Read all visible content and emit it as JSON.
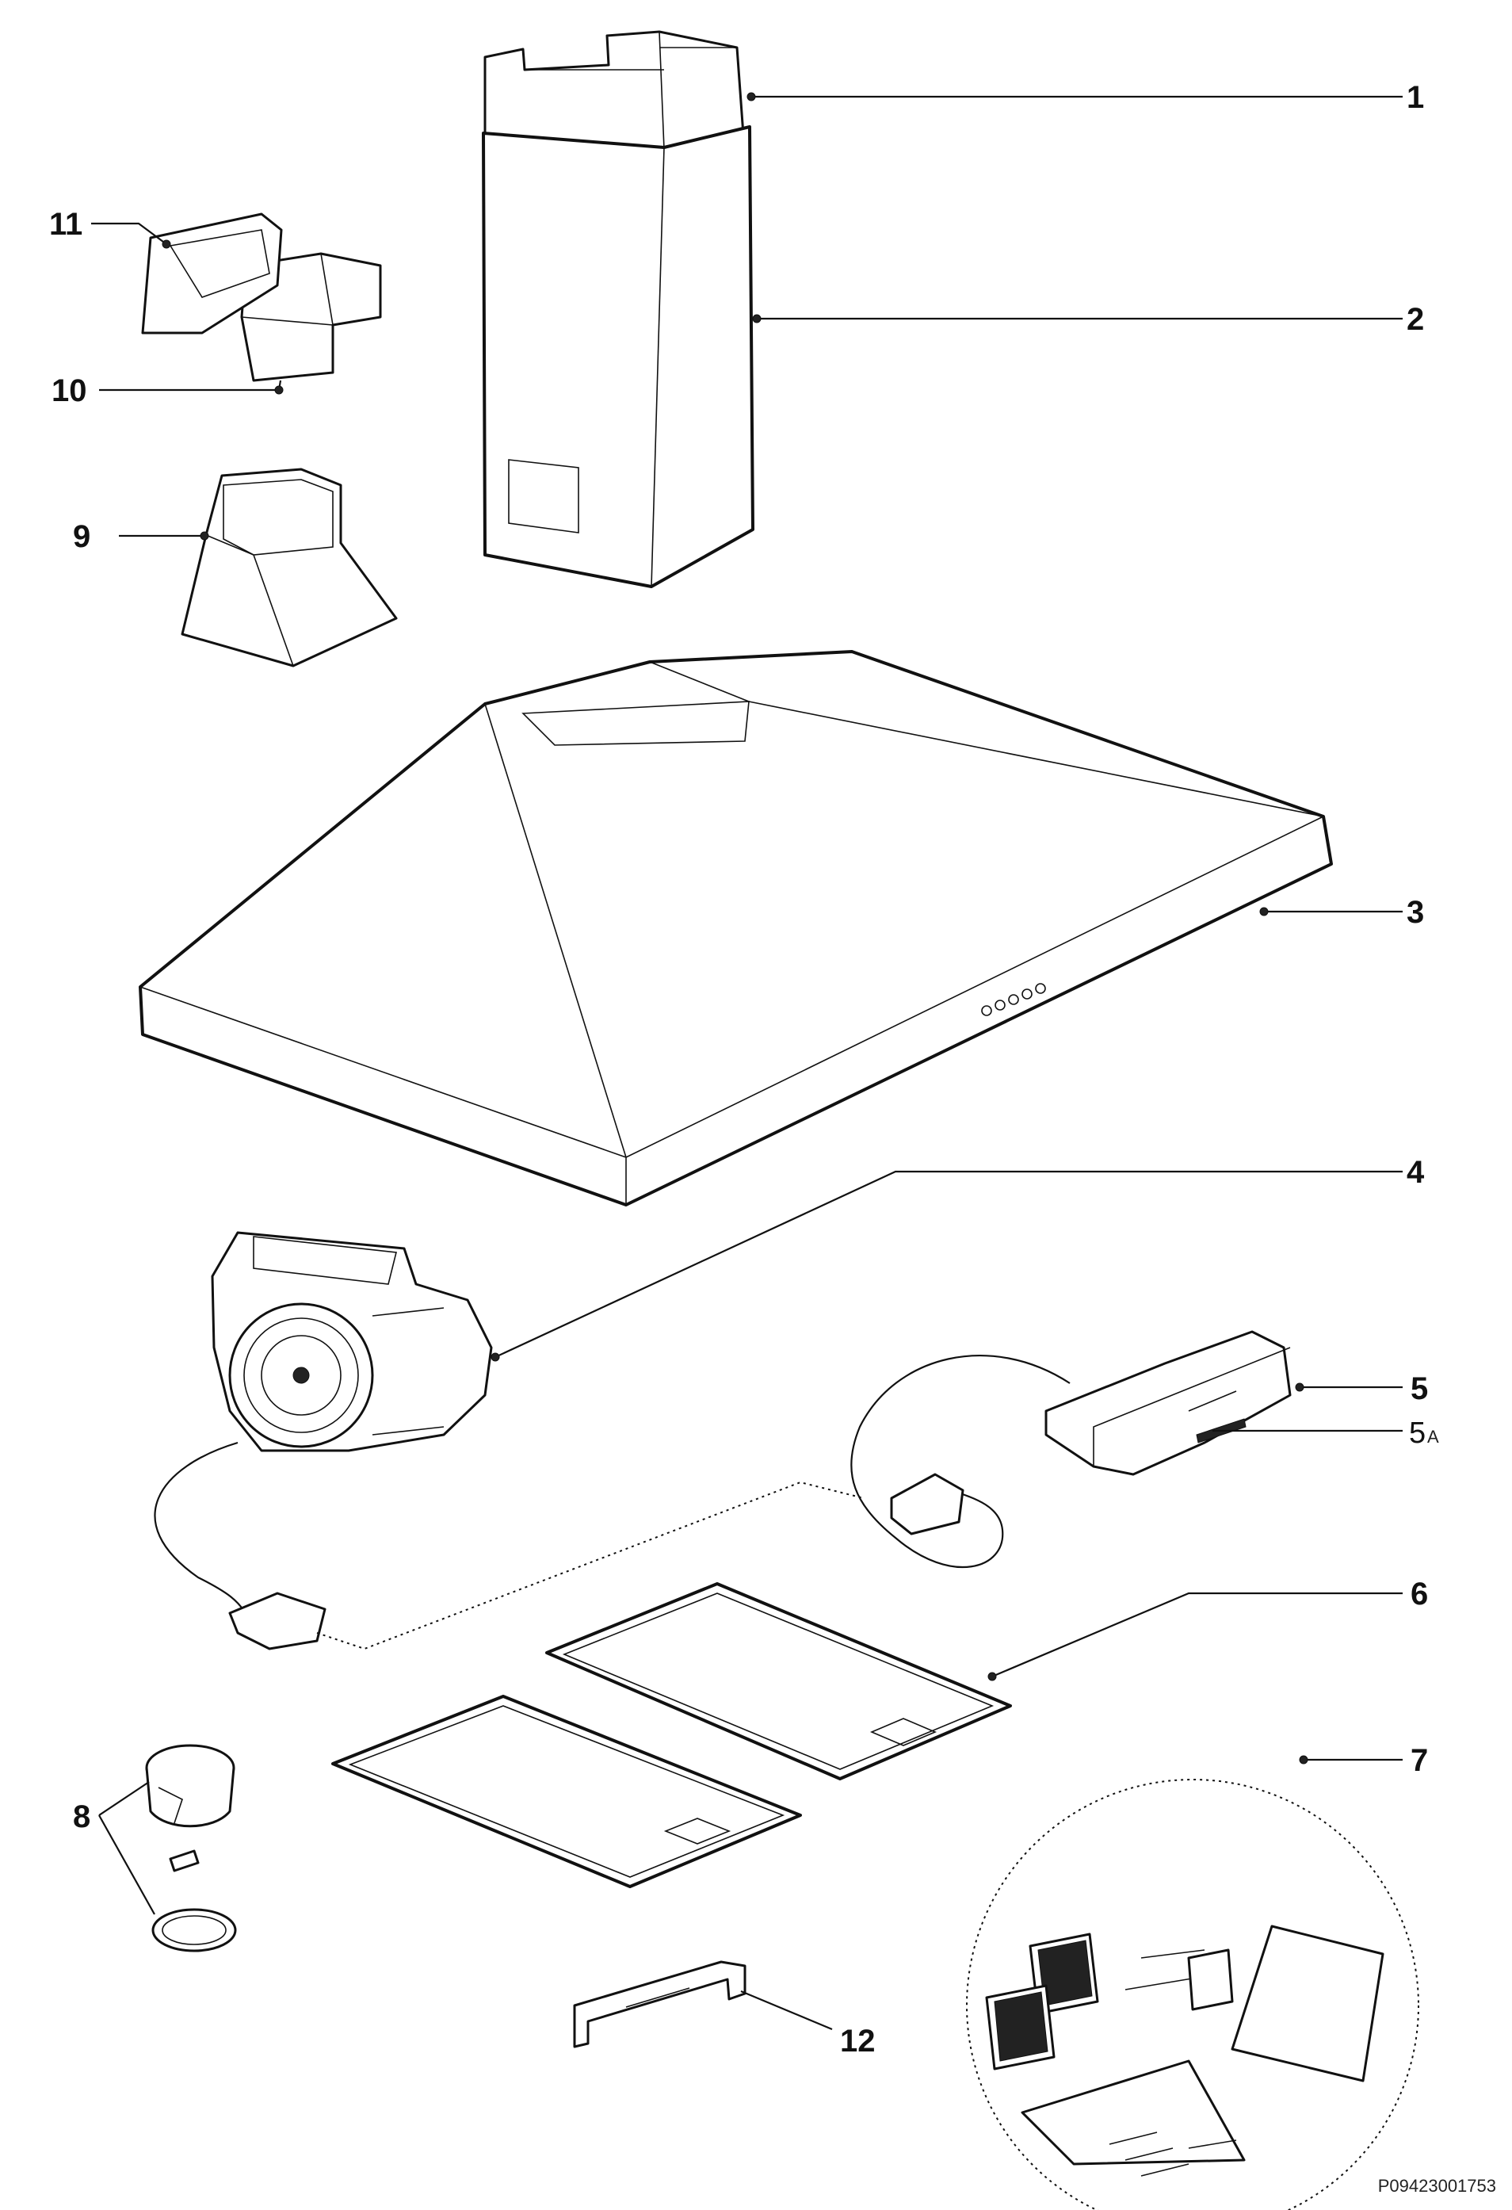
{
  "diagram": {
    "callouts": {
      "c1": "1",
      "c2": "2",
      "c3": "3",
      "c4": "4",
      "c5": "5",
      "c5a_num": "5",
      "c5a_sub": "A",
      "c6": "6",
      "c7": "7",
      "c8": "8",
      "c9": "9",
      "c10": "10",
      "c11": "11",
      "c12": "12"
    },
    "drawing_code": "P09423001753",
    "parts": [
      {
        "id": "1",
        "name": "upper-chimney"
      },
      {
        "id": "2",
        "name": "lower-chimney"
      },
      {
        "id": "3",
        "name": "hood-body"
      },
      {
        "id": "4",
        "name": "fan-motor"
      },
      {
        "id": "5",
        "name": "control-box"
      },
      {
        "id": "5A",
        "name": "switch-connector"
      },
      {
        "id": "6",
        "name": "grease-filters"
      },
      {
        "id": "7",
        "name": "accessory-kit"
      },
      {
        "id": "8",
        "name": "lamp-assembly"
      },
      {
        "id": "9",
        "name": "air-outlet-adapter"
      },
      {
        "id": "10",
        "name": "elbow-duct"
      },
      {
        "id": "11",
        "name": "duct-connector"
      },
      {
        "id": "12",
        "name": "mounting-bracket"
      }
    ]
  }
}
